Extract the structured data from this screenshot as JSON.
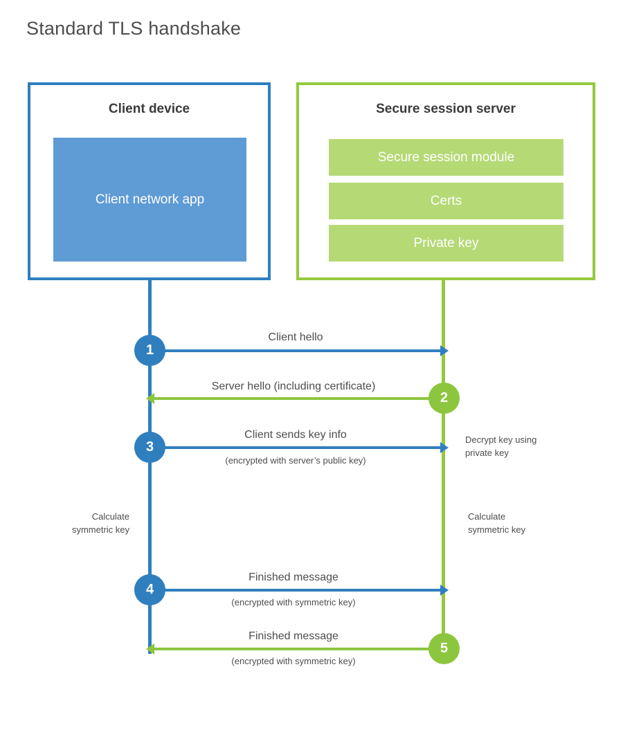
{
  "title": "Standard TLS handshake",
  "colors": {
    "blue_line": "#2f7fbf",
    "blue_fill": "#5f9bd5",
    "green_line": "#95c93d",
    "green_arrow": "#8cc63e",
    "green_fill": "#b5d975",
    "text": "#4d4d4f",
    "heading": "#3b3b3d",
    "background": "#ffffff"
  },
  "client": {
    "title": "Client device",
    "block_label": "Client network app"
  },
  "server": {
    "title": "Secure session server",
    "bars": [
      {
        "label": "Secure session module"
      },
      {
        "label": "Certs"
      },
      {
        "label": "Private key"
      }
    ]
  },
  "steps": [
    {
      "number": "1",
      "label": "Client hello",
      "sub": "",
      "direction": "client-to-server",
      "color": "blue"
    },
    {
      "number": "2",
      "label": "Server hello (including certificate)",
      "sub": "",
      "direction": "server-to-client",
      "color": "green"
    },
    {
      "number": "3",
      "label": "Client sends key info",
      "sub": "(encrypted with server’s public key)",
      "direction": "client-to-server",
      "color": "blue"
    },
    {
      "number": "4",
      "label": "Finished message",
      "sub": "(encrypted with symmetric key)",
      "direction": "client-to-server",
      "color": "blue"
    },
    {
      "number": "5",
      "label": "Finished message",
      "sub": "(encrypted with symmetric key)",
      "direction": "server-to-client",
      "color": "green"
    }
  ],
  "annotations": {
    "decrypt_key": "Decrypt key using\nprivate key",
    "client_calculate": "Calculate\nsymmetric key",
    "server_calculate": "Calculate\nsymmetric key"
  }
}
